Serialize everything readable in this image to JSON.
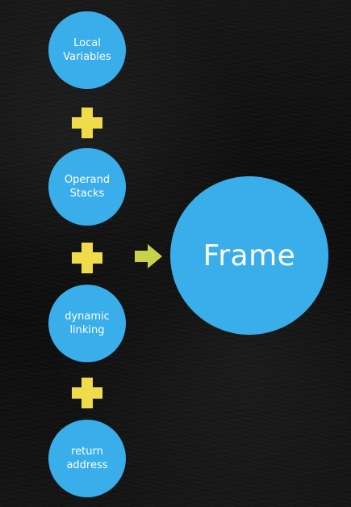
{
  "diagram": {
    "components": [
      {
        "label": "Local\nVariables"
      },
      {
        "label": "Operand\nStacks"
      },
      {
        "label": "dynamic\nlinking"
      },
      {
        "label": "return\naddress"
      }
    ],
    "operator": "+",
    "result": "Frame"
  },
  "colors": {
    "circle": "#39aeea",
    "plus": "#f0dc4a",
    "arrow": "#c7d24a",
    "text": "#ffffff",
    "background": "#0d0d0d"
  },
  "icons": {
    "plus": "plus-icon",
    "arrow": "arrow-right-icon"
  }
}
